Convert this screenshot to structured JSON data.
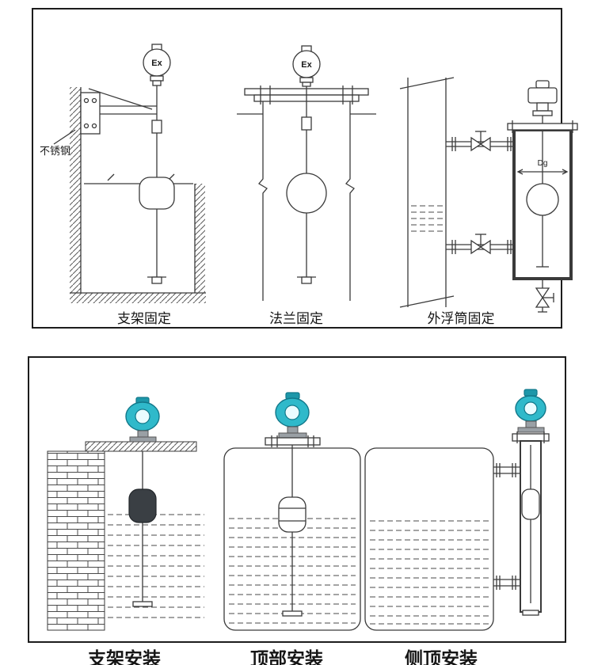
{
  "top_panel": {
    "drawings": [
      {
        "caption": "支架固定",
        "ex_label": "Ex",
        "material_label": "不锈钢"
      },
      {
        "caption": "法兰固定",
        "ex_label": "Ex"
      },
      {
        "caption": "外浮筒固定",
        "dg_label": "Dg"
      }
    ]
  },
  "bottom_panel": {
    "drawings": [
      {
        "caption": "支架安装"
      },
      {
        "caption": "顶部安装"
      },
      {
        "caption": "侧顶安装"
      }
    ]
  },
  "colors": {
    "transmitter_teal": "#2fb9ca",
    "transmitter_teal_dark": "#1d97a9",
    "line": "#3a3a3a",
    "float_dark": "#3a3f44",
    "panel_border": "#1c1c1c"
  }
}
